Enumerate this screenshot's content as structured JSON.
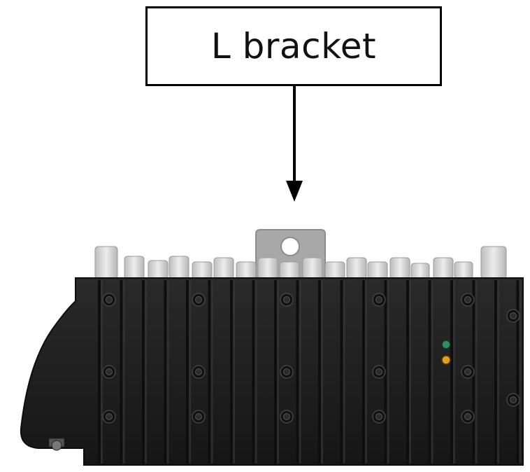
{
  "callout": {
    "label": "L bracket"
  },
  "device": {
    "body_color": "#1e1e1e",
    "fin_color": "#2b2b2b",
    "connector_color": "#d8d8d8",
    "bracket_color": "#a9a9a9",
    "leds": [
      {
        "name": "green-led",
        "color": "#2e8f5e"
      },
      {
        "name": "amber-led",
        "color": "#e0a020"
      }
    ]
  }
}
